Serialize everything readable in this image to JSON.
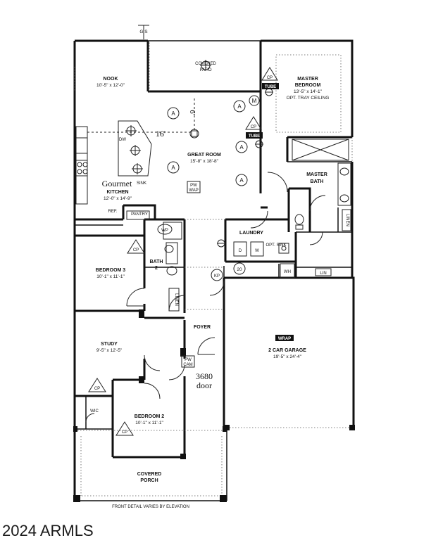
{
  "rooms": {
    "nook": {
      "name": "NOOK",
      "dims": "10'-5\" x 12'-0\""
    },
    "covered_patio": {
      "name_line1": "COVERED",
      "name_line2": "PATIO"
    },
    "master_bedroom": {
      "name_line1": "MASTER",
      "name_line2": "BEDROOM",
      "dims": "13'-5\" x 14'-1\"",
      "note": "OPT. TRAY CEILING"
    },
    "great_room": {
      "name": "GREAT ROOM",
      "dims": "15'-8\" x 18'-8\""
    },
    "kitchen": {
      "name_script": "Gourmet",
      "name": "KITCHEN",
      "dims": "12'-0\" x 14'-9\""
    },
    "master_bath": {
      "name_line1": "MASTER",
      "name_line2": "BATH"
    },
    "laundry": {
      "name": "LAUNDRY"
    },
    "bedroom3": {
      "name": "BEDROOM 3",
      "dims": "10'-1\" x 11'-1\""
    },
    "bath2": {
      "name_line1": "BATH",
      "name_line2": "2"
    },
    "study": {
      "name": "STUDY",
      "dims": "9'-5\" x 12'-5\""
    },
    "foyer": {
      "name": "FOYER"
    },
    "garage": {
      "name": "2 CAR GARAGE",
      "dims": "19'-5\" x 24'-4\""
    },
    "bedroom2": {
      "name": "BEDROOM 2",
      "dims": "10'-1\" x 11'-1\""
    },
    "covered_porch": {
      "name_line1": "COVERED",
      "name_line2": "PORCH"
    }
  },
  "labels": {
    "gs": "G S",
    "dim_16": "16'",
    "dim_6": "6'",
    "dw": "DW",
    "sink": "SINK",
    "ref": "REF.",
    "pantry": "PANTRY",
    "pw_wap_top": "PW",
    "pw_wap_bottom": "WAP",
    "wp": "WP",
    "kp": "KP",
    "wh": "WH",
    "lin": "LIN",
    "linen": "LINEN",
    "wic": "WIC",
    "tube": "TUBE",
    "wrap": "WRAP",
    "m": "M",
    "d": "D",
    "w": "W",
    "opt_sink": "OPT. SINK",
    "num_20": "20",
    "pw_cam_top": "PW",
    "pw_cam_bottom": "CAM",
    "door_note_line1": "3680",
    "door_note_line2": "door",
    "cp": "CP",
    "a": "A",
    "front_note": "FRONT DETAIL VARIES BY ELEVATION"
  },
  "watermark": "2024 ARMLS"
}
